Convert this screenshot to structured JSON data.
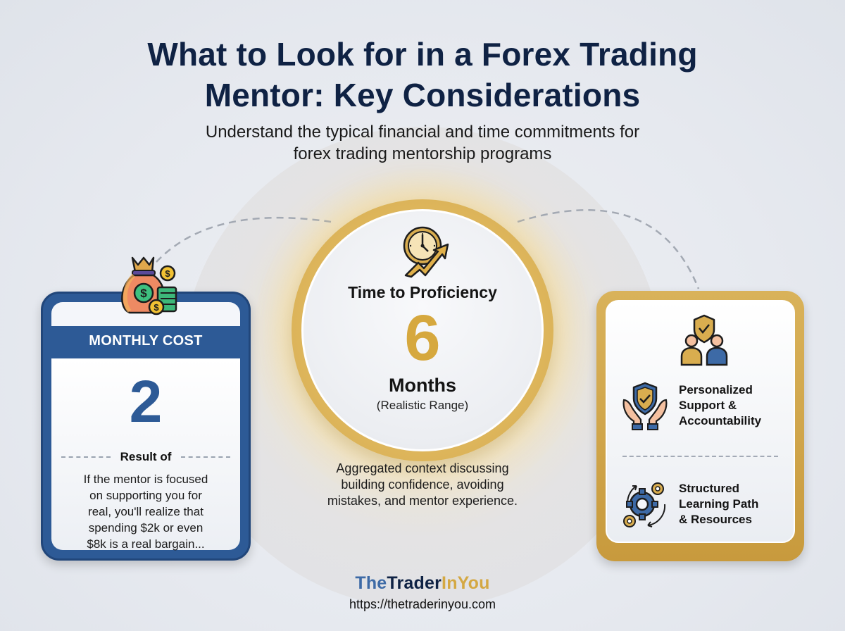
{
  "header": {
    "title_line1": "What to Look for in a Forex Trading",
    "title_line2": "Mentor: Key Considerations",
    "subtitle_line1": "Understand the typical financial and time commitments for",
    "subtitle_line2": "forex trading mentorship programs"
  },
  "left_card": {
    "icon": "money-bag-icon",
    "label": "MONTHLY COST",
    "value": "2",
    "divider_label": "Result of",
    "description_lines": [
      "If the mentor is focused",
      "on supporting you for",
      "real, you'll realize that",
      "spending $2k or even",
      "$8k is a real bargain..."
    ],
    "color": "#2d5a96"
  },
  "center": {
    "icon": "clock-growth-arrow-icon",
    "label": "Time to Proficiency",
    "value": "6",
    "unit": "Months",
    "note": "(Realistic Range)",
    "description_lines": [
      "Aggregated context discussing",
      "building confidence, avoiding",
      "mistakes, and mentor experience."
    ],
    "color": "#d6a83e"
  },
  "right_card": {
    "top_icon": "mentor-mentee-shield-icon",
    "items": [
      {
        "icon": "hands-shield-check-icon",
        "lines": [
          "Personalized",
          "Support &",
          "Accountability"
        ]
      },
      {
        "icon": "gears-cycle-icon",
        "lines": [
          "Structured",
          "Learning Path",
          "& Resources"
        ]
      }
    ],
    "color": "#d4a843"
  },
  "footer": {
    "brand_part1": "The",
    "brand_part2": "Trader",
    "brand_part3": "InYou",
    "url": "https://thetraderinyou.com"
  }
}
